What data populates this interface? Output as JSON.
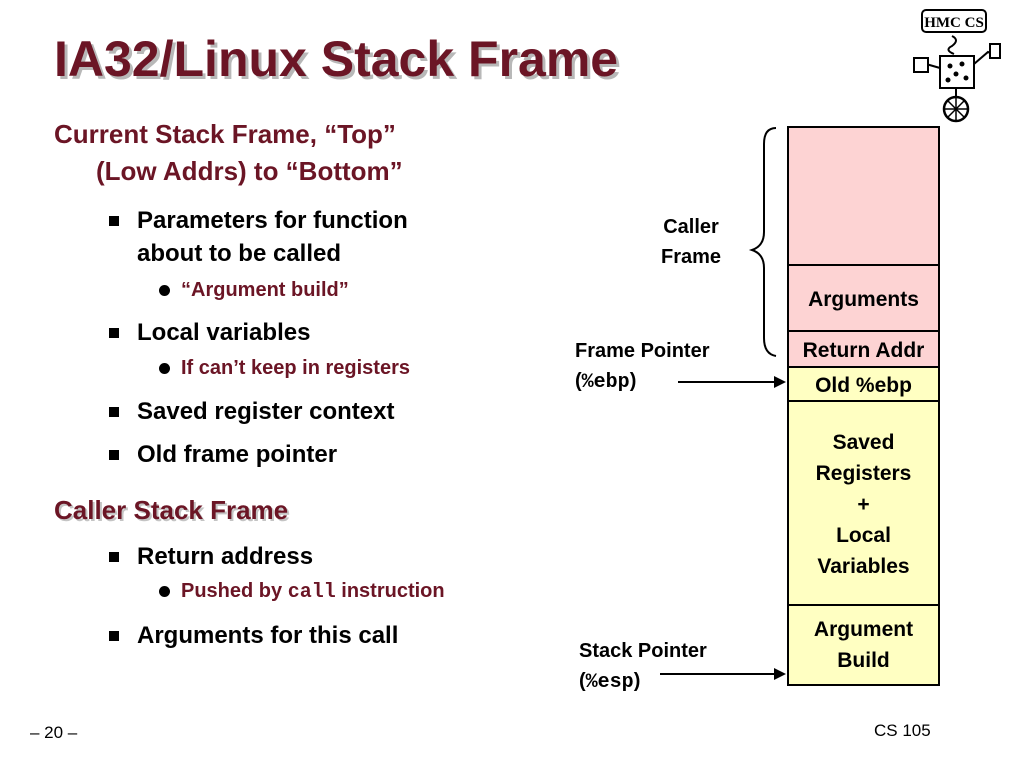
{
  "slide": {
    "title": "IA32/Linux Stack Frame",
    "logo_text": "HMC CS",
    "section1": {
      "heading_line1": "Current Stack Frame, “Top”",
      "heading_line2": "(Low Addrs) to “Bottom”",
      "bullets": [
        {
          "line1": "Parameters for function",
          "line2": "about to be called",
          "sub": "“Argument build”"
        },
        {
          "line1": "Local variables",
          "sub": "If can’t keep in registers"
        },
        {
          "line1": "Saved register context"
        },
        {
          "line1": "Old frame pointer"
        }
      ]
    },
    "section2": {
      "heading": "Caller Stack Frame",
      "bullets": [
        {
          "line1": "Return address",
          "sub_pre": "Pushed by ",
          "sub_code": "call",
          "sub_post": " instruction"
        },
        {
          "line1": "Arguments for this call"
        }
      ]
    },
    "diagram": {
      "caller_frame_label_line1": "Caller",
      "caller_frame_label_line2": "Frame",
      "frame_pointer_label": "Frame Pointer",
      "frame_pointer_reg": "%ebp",
      "stack_pointer_label": "Stack Pointer",
      "stack_pointer_reg": "%esp",
      "cells": {
        "arguments": "Arguments",
        "return_addr": "Return Addr",
        "old_ebp": "Old %ebp",
        "saved_line1": "Saved",
        "saved_line2": "Registers",
        "saved_line3": "+",
        "saved_line4": "Local",
        "saved_line5": "Variables",
        "argbuild_line1": "Argument",
        "argbuild_line2": "Build"
      },
      "colors": {
        "caller_frame": "#fdd3d3",
        "current_frame": "#ffffc2",
        "title": "#6b1525"
      }
    },
    "footer": {
      "page": "– 20 –",
      "course": "CS 105"
    }
  }
}
